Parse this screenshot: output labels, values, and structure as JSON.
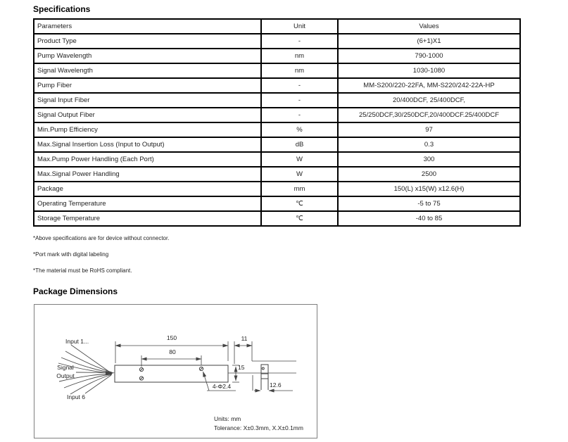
{
  "specifications": {
    "title": "Specifications",
    "table": {
      "headers": [
        "Parameters",
        "Unit",
        "Values"
      ],
      "rows": [
        [
          "Product Type",
          "-",
          "(6+1)X1"
        ],
        [
          "Pump Wavelength",
          "nm",
          "790-1000"
        ],
        [
          "Signal Wavelength",
          "nm",
          "1030-1080"
        ],
        [
          "Pump Fiber",
          "-",
          "MM-S200/220-22FA, MM-S220/242-22A-HP"
        ],
        [
          "Signal Input Fiber",
          "-",
          "20/400DCF, 25/400DCF,"
        ],
        [
          "Signal Output Fiber",
          "-",
          "25/250DCF,30/250DCF,20/400DCF.25/400DCF"
        ],
        [
          "Min.Pump Efficiency",
          "%",
          "97"
        ],
        [
          "Max.Signal Insertion Loss  (Input to Output)",
          "dB",
          "0.3"
        ],
        [
          "Max.Pump Power Handling (Each Port)",
          "W",
          "300"
        ],
        [
          "Max.Signal Power Handling",
          "W",
          "2500"
        ],
        [
          "Package",
          "mm",
          "150(L) x15(W) x12.6(H)"
        ],
        [
          "Operating Temperature",
          "℃",
          "-5 to 75"
        ],
        [
          "Storage Temperature",
          "℃",
          "-40 to 85"
        ]
      ]
    },
    "notes": [
      "*Above specifications are for device without connector.",
      "*Port mark with digital labeling",
      "*The material must be RoHS compliant."
    ]
  },
  "package_dimensions": {
    "title": "Package Dimensions",
    "labels": {
      "input_top": "Input 1...",
      "signal_line1": "Signal",
      "signal_line2": "Output",
      "input_bottom": "Input 6",
      "dim_length": "150",
      "dim_inner": "80",
      "dim_end": "11",
      "dim_width": "15",
      "dim_holes": "4-Φ2.4",
      "dim_thickness": "12.6",
      "units": "Units: mm",
      "tolerance": "Tolerance: X±0.3mm, X.X±0.1mm"
    }
  }
}
